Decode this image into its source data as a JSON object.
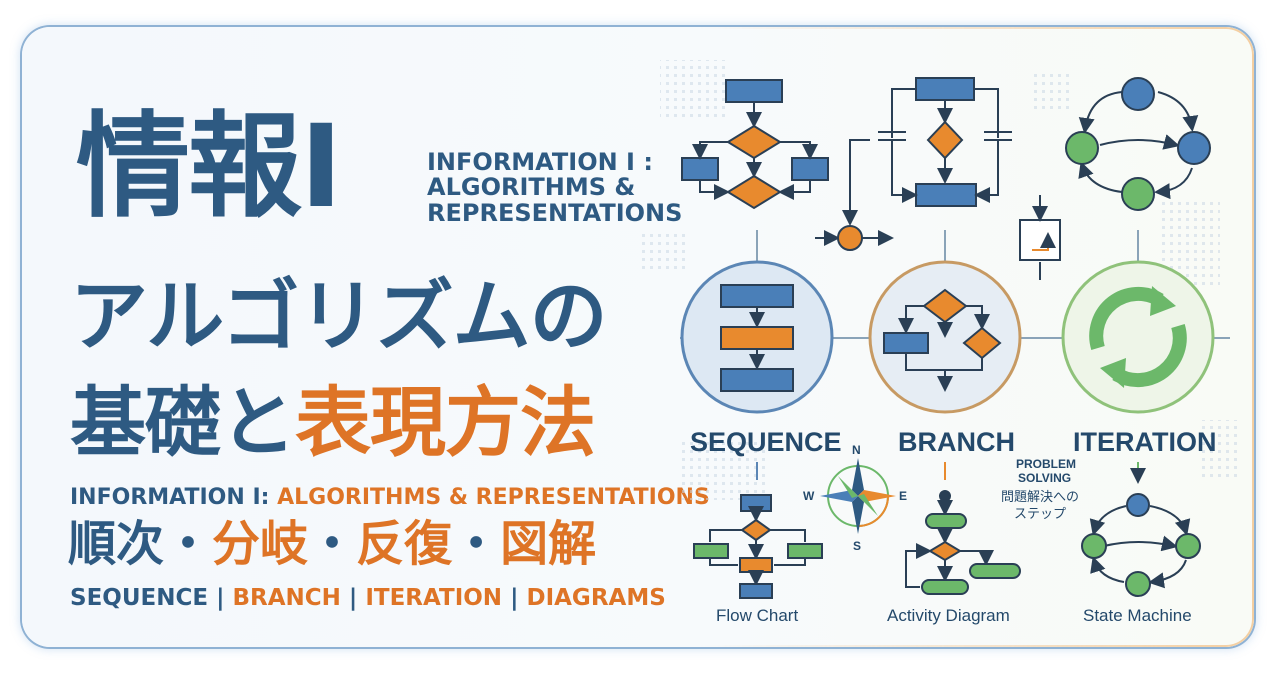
{
  "title": {
    "jp": "情報Ⅰ",
    "en_lines": [
      "INFORMATION I :",
      "ALGORITHMS &",
      "REPRESENTATIONS"
    ]
  },
  "headline": {
    "line1": "アルゴリズムの",
    "line2_a": "基礎と",
    "line2_b": "表現方法"
  },
  "subtitle": {
    "en_a": "INFORMATION I: ",
    "en_b": "ALGORITHMS & REPRESENTATIONS"
  },
  "topics_jp": {
    "sequence": "順次",
    "sep": "・",
    "branch": "分岐",
    "iteration": "反復",
    "diagrams": "図解"
  },
  "topics_en": {
    "sequence": "SEQUENCE",
    "sep": " | ",
    "branch": "BRANCH",
    "iteration": "ITERATION",
    "diagrams": "DIAGRAMS"
  },
  "diagram": {
    "sequence_label": "SEQUENCE",
    "branch_label": "BRANCH",
    "iteration_label": "ITERATION",
    "problem_solving_line1": "PROBLEM",
    "problem_solving_line2": "SOLVING",
    "problem_solving_jp": "問題解決への",
    "problem_solving_jp2": "ステップ",
    "compass": {
      "n": "N",
      "s": "S",
      "e": "E",
      "w": "W"
    },
    "flow_chart_caption": "Flow Chart",
    "activity_diagram_caption": "Activity Diagram",
    "state_machine_caption": "State Machine"
  },
  "colors": {
    "navy": "#2e5a82",
    "orange": "#de7426",
    "blue_box": "#4a7fb8",
    "orange_box": "#e88a2e",
    "green": "#6cb86a",
    "line": "#2a3f55"
  }
}
